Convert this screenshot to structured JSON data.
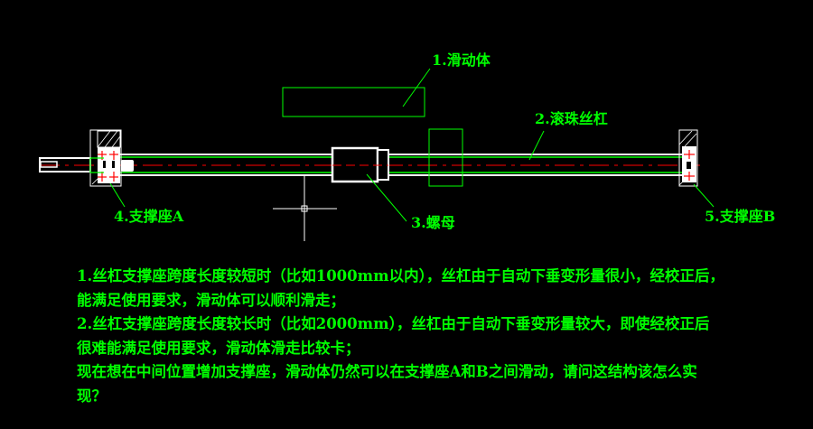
{
  "labels": {
    "slider": "1.滑动体",
    "ball_screw": "2.滚珠丝杠",
    "nut": "3.螺母",
    "support_a": "4.支撑座A",
    "support_b": "5.支撑座B"
  },
  "notes": [
    "1.丝杠支撑座跨度长度较短时（比如1000mm以内），丝杠由于自动下垂变形量很小，经校正后，",
    "能满足使用要求，滑动体可以顺利滑走；",
    "2.丝杠支撑座跨度长度较长时（比如2000mm），丝杠由于自动下垂变形量较大，即使经校正后",
    "很难能满足使用要求，滑动体滑走比较卡；",
    "现在想在中间位置增加支撑座，滑动体仍然可以在支撑座A和B之间滑动，请问这结构该怎么实",
    "现？"
  ],
  "colors": {
    "background": "#000000",
    "annotation": "#00ff00",
    "geometry": "#ffffff",
    "centerline": "#ff0000"
  }
}
